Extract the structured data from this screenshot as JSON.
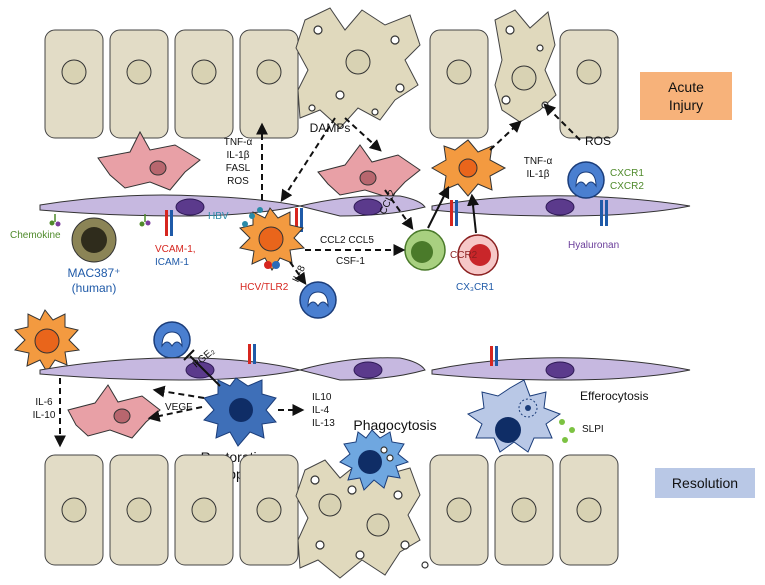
{
  "stage_labels": {
    "acute": [
      "Acute",
      "Injury"
    ],
    "resolution": "Resolution"
  },
  "top_labels": {
    "damps": "DAMPs",
    "ros": "ROS",
    "tnf_top": [
      "TNF-α",
      "IL-1β",
      "FASL",
      "ROS"
    ],
    "tnf_right": [
      "TNF-α",
      "IL-1β"
    ],
    "cxcr": [
      "CXCR1",
      "CXCR2"
    ],
    "chemokine": "Chemokine",
    "mac387": [
      "MAC387⁺",
      "(human)"
    ],
    "vcam": "VCAM-1,",
    "icam": "ICAM-1",
    "hbv": "HBV",
    "hcv_tlr2": "HCV/TLR2",
    "ccl2_vertical": "CCL2",
    "ccl2_ccl5": "CCL2 CCL5",
    "csf1": "CSF-1",
    "il8": "IL-8",
    "ccr2": "CCR2",
    "cx3cr1": "CX₃CR1",
    "hyaluronan": "Hyaluronan"
  },
  "bottom_labels": {
    "pge2": "PGE₂",
    "vegf": "VEGF",
    "il6_il10": [
      "IL-6",
      "IL-10"
    ],
    "il_stack": [
      "IL10",
      "IL-4",
      "IL-13"
    ],
    "restorative": [
      "Restorative",
      "macrophage"
    ],
    "phagocytosis": "Phagocytosis",
    "efferocytosis": "Efferocytosis",
    "slpi": "SLPI"
  },
  "colors": {
    "acute_box": "#f7b27a",
    "resolution_box": "#b9c8e6",
    "hepatocyte": "#e2dcc6",
    "endothelial": "#c6b8e0",
    "stellate": "#e8a0a6",
    "kupffer": "#f39a40",
    "neutrophil": "#4a7fd0",
    "monocyte": "#a8d080",
    "red_label": "#d6261f",
    "blue_label": "#1f5aa8",
    "green_label": "#4f8a2b",
    "purple_label": "#6a3d9a"
  }
}
